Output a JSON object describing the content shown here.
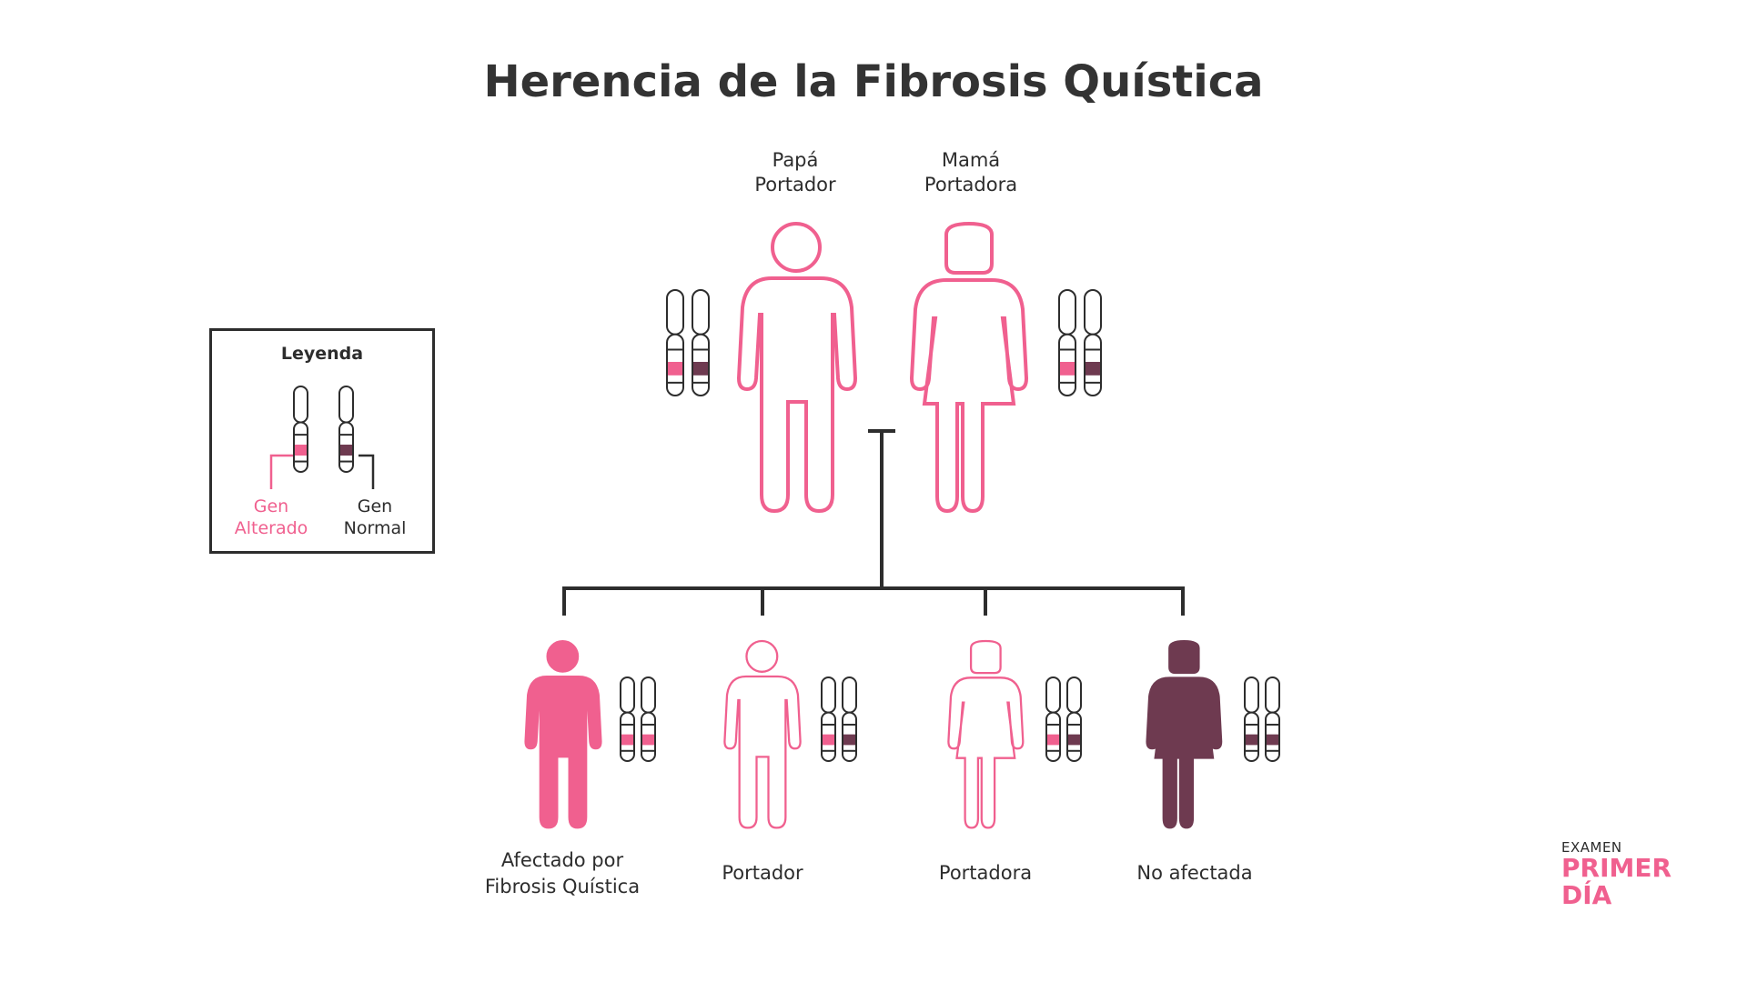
{
  "title": "Herencia de la Fibrosis Quística",
  "parents": {
    "father": "Papá\nPortador",
    "mother": "Mamá\nPortadora"
  },
  "children": [
    {
      "label": "Afectado por\nFibrosis Quística",
      "sex": "male",
      "status": "affected"
    },
    {
      "label": "Portador",
      "sex": "male",
      "status": "carrier"
    },
    {
      "label": "Portadora",
      "sex": "female",
      "status": "carrier"
    },
    {
      "label": "No afectada",
      "sex": "female",
      "status": "unaffected"
    }
  ],
  "legend": {
    "title": "Leyenda",
    "altered": "Gen\nAlterado",
    "normal": "Gen\nNormal"
  },
  "brand": {
    "small": "EXAMEN",
    "line1": "PRIMER",
    "line2": "DÍA"
  },
  "colors": {
    "altered": "#f0608f",
    "normal": "#6e3a50",
    "outline": "#2d2d2d",
    "title": "#333333"
  }
}
